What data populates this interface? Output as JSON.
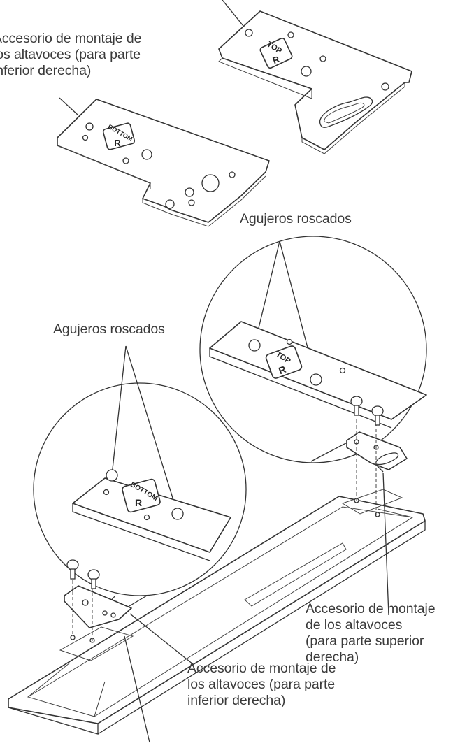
{
  "labels": {
    "bottom_bracket_top": "Accesorio de montaje de\nlos altavoces (para parte\ninferior derecha)",
    "holes_upper": "Agujeros roscados",
    "holes_lower": "Agujeros roscados",
    "top_bracket_right": "Accesorio de montaje\nde los altavoces\n(para parte superior\nderecha)",
    "bottom_bracket_bottom": "Accesorio de montaje de\nlos altavoces (para parte\ninferior derecha)"
  },
  "stamps": {
    "top_word": "TOP",
    "bottom_word": "BOTTOM",
    "side": "R"
  }
}
